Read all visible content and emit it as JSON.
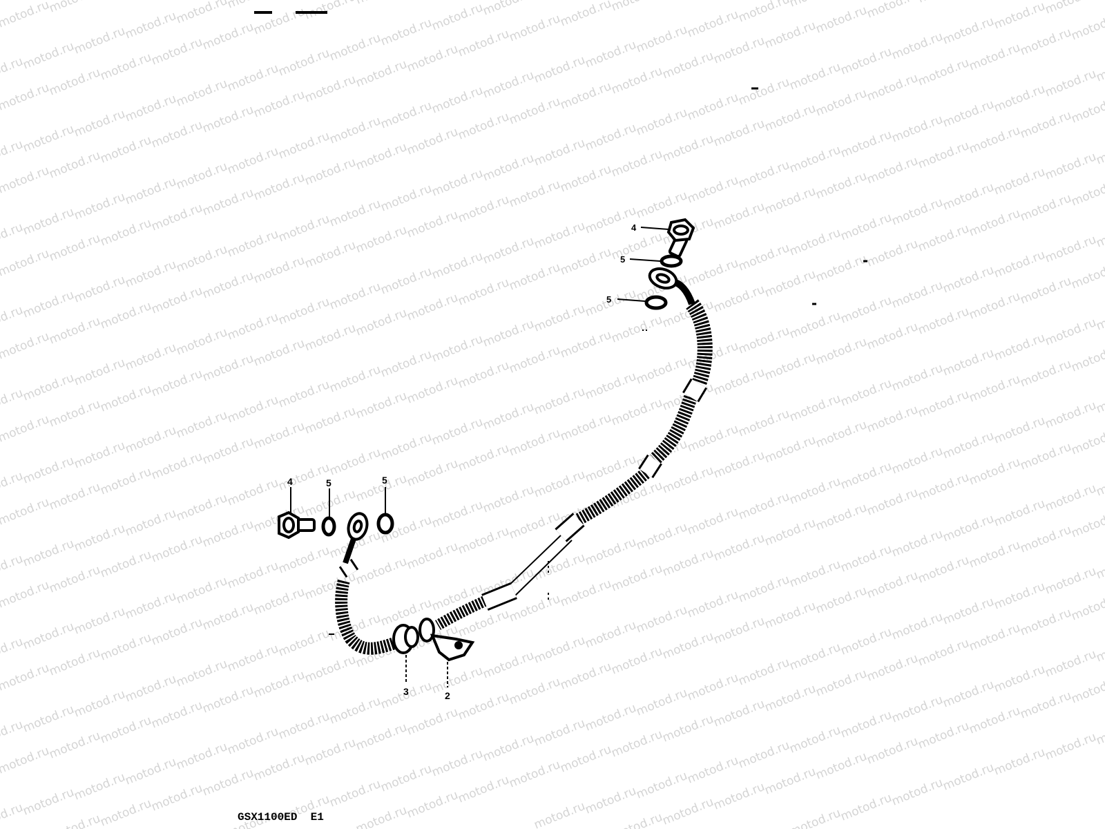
{
  "watermark": {
    "text": "motod.ru",
    "color": "#d4d4d4"
  },
  "callouts": {
    "banjo_bolt_upper": "4",
    "washer_upper_a": "5",
    "washer_upper_b": "5",
    "banjo_bolt_lower": "4",
    "washer_lower_a": "5",
    "washer_lower_b": "5",
    "grommet": "3",
    "hose_clamp": "2"
  },
  "model_code": "GSX1100ED  E1",
  "colors": {
    "ink": "#000000",
    "paper": "#ffffff"
  }
}
